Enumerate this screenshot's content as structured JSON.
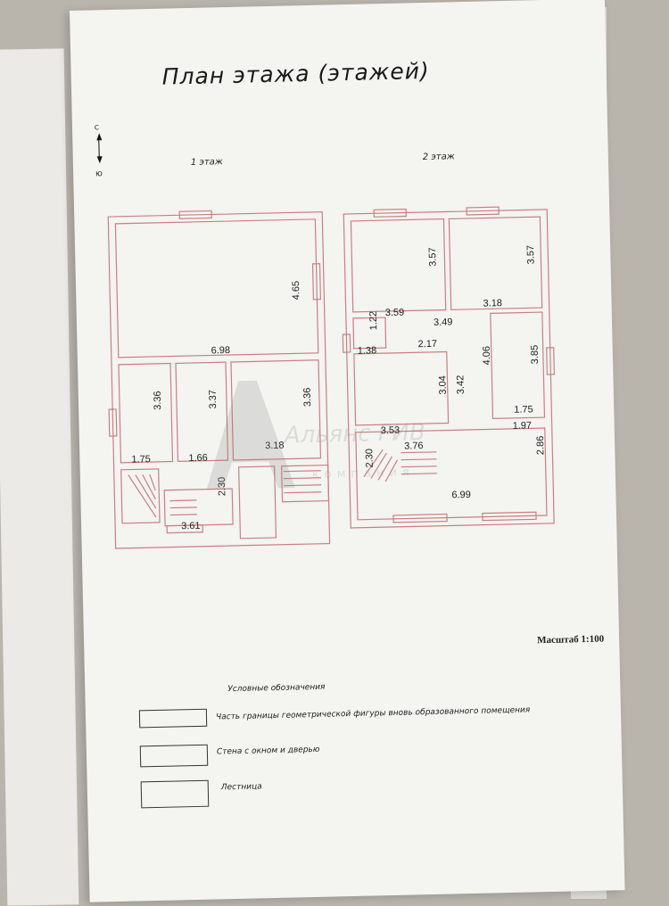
{
  "title": "План этажа (этажей)",
  "compass": {
    "north": "С",
    "south": "Ю"
  },
  "floor1": {
    "label": "1 этаж",
    "dims": [
      "4.65",
      "6.98",
      "3.36",
      "3.37",
      "3.36",
      "1.75",
      "1.66",
      "3.18",
      "2.30",
      "3.61"
    ]
  },
  "floor2": {
    "label": "2 этаж",
    "dims": [
      "3.57",
      "3.57",
      "3.59",
      "3.18",
      "3.49",
      "1.22",
      "1.38",
      "2.17",
      "4.06",
      "3.85",
      "3.04",
      "3.42",
      "1.75",
      "3.53",
      "1.97",
      "3.76",
      "2.30",
      "2.86",
      "6.99"
    ]
  },
  "scale": "Масштаб 1:100",
  "legend": {
    "title": "Условные обозначения",
    "items": [
      "Часть границы геометрической фигуры вновь образованного помещения",
      "Стена с окном и дверью",
      "Лестница"
    ]
  },
  "watermark": {
    "main": "Альянс РИВ",
    "sub": "компания"
  },
  "colors": {
    "wall": "#c98080",
    "paper": "#f4f4f1",
    "ink": "#222222"
  }
}
